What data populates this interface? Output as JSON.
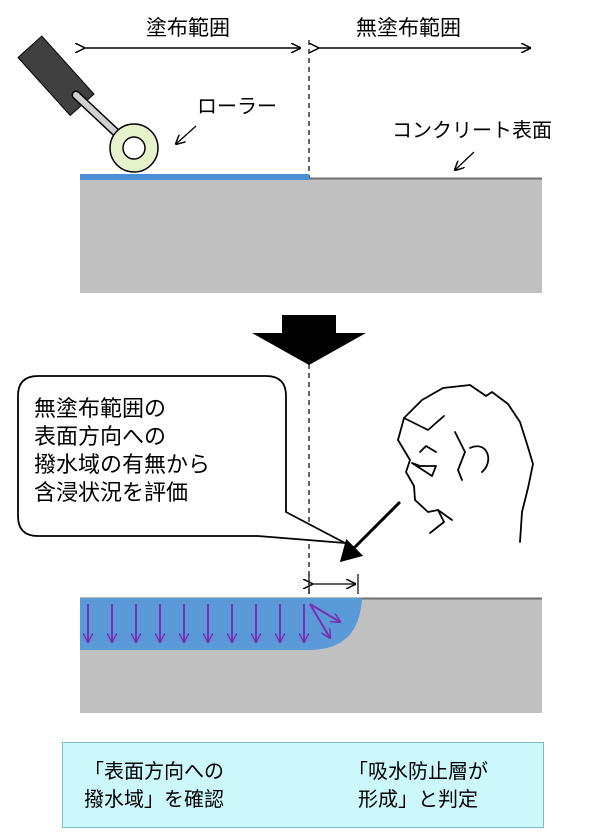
{
  "top_diagram": {
    "applied_label": "塗布範囲",
    "unapplied_label": "無塗布範囲",
    "roller_label": "ローラー",
    "surface_label": "コンクリート表面"
  },
  "bottom_diagram": {
    "callout_lines": [
      "無塗布範囲の",
      "表面方向への",
      "撥水域の有無から",
      "含浸状況を評価"
    ]
  },
  "result_box": {
    "left_lines": [
      "「表面方向への",
      "撥水域」を確認"
    ],
    "right_lines": [
      "「吸水防止層が",
      "形成」と判定"
    ]
  },
  "colors": {
    "concrete": "#c0c0c0",
    "coating": "#4a8fd6",
    "penetration": "#5b9ad8",
    "arrows": "#7a2fb0",
    "result_bg": "#ccf7fb",
    "blue_arrow": "#1c2cf0"
  }
}
